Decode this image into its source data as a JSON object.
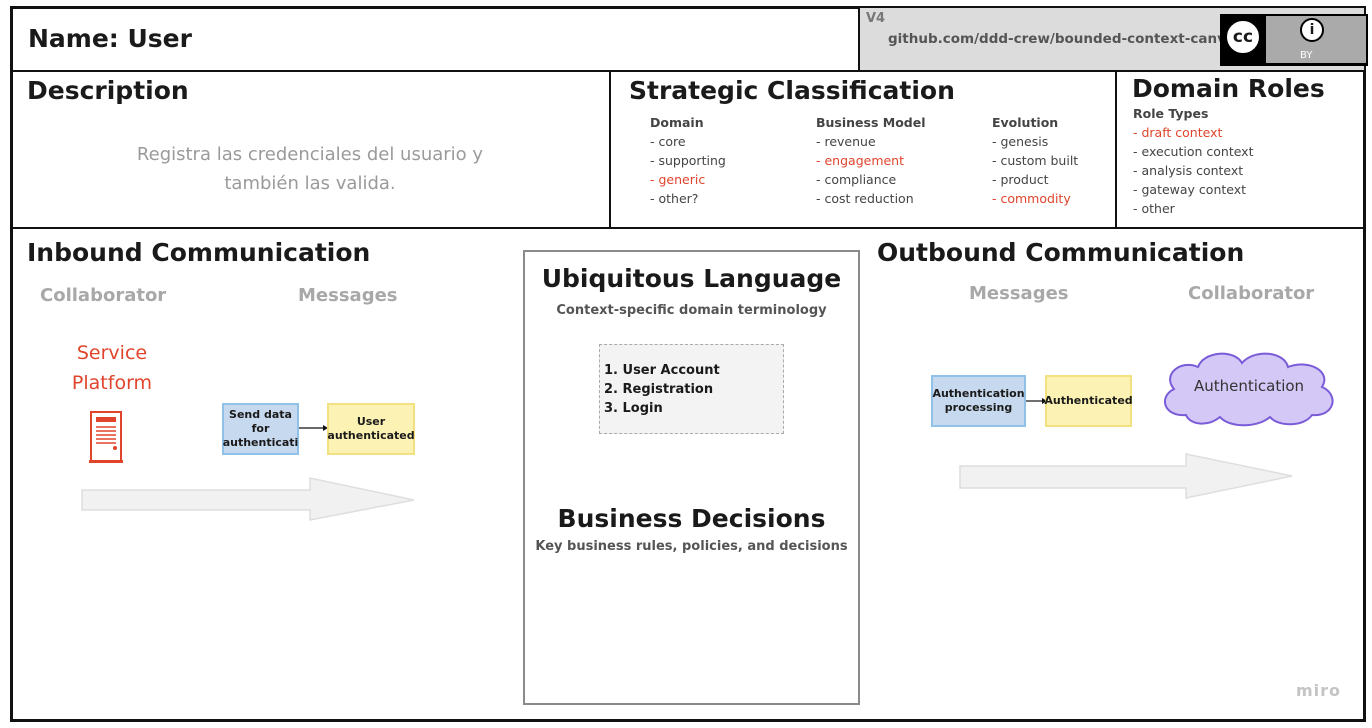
{
  "header": {
    "name": "Name: User",
    "version": "V4",
    "url": "github.com/ddd-crew/bounded-context-canvas",
    "license_cc": "cc",
    "license_by": "BY"
  },
  "description": {
    "title": "Description",
    "text_line1": "Registra las credenciales del usuario y",
    "text_line2": "también las valida."
  },
  "strategic": {
    "title": "Strategic Classification",
    "columns": [
      {
        "header": "Domain",
        "items": [
          "- core",
          "- supporting",
          "- generic",
          "- other?"
        ],
        "selected": 2
      },
      {
        "header": "Business Model",
        "items": [
          "- revenue",
          "- engagement",
          "- compliance",
          "- cost reduction"
        ],
        "selected": 1
      },
      {
        "header": "Evolution",
        "items": [
          "- genesis",
          "- custom built",
          "- product",
          "- commodity"
        ],
        "selected": 3
      }
    ]
  },
  "roles": {
    "title": "Domain Roles",
    "subtitle": "Role Types",
    "items": [
      "- draft context",
      "- execution context",
      "- analysis context",
      "- gateway context",
      "- other"
    ],
    "selected": 0
  },
  "inbound": {
    "title": "Inbound Communication",
    "collaborator_header": "Collaborator",
    "messages_header": "Messages",
    "collaborator_line1": "Service",
    "collaborator_line2": "Platform",
    "message1_line1": "Send data",
    "message1_line2": "for",
    "message1_line3": "authenticati",
    "message2_line1": "User",
    "message2_line2": "authenticated"
  },
  "ubiquitous": {
    "title": "Ubiquitous Language",
    "subtitle": "Context-specific domain terminology",
    "terms": [
      "1. User Account",
      "2. Registration",
      "3. Login"
    ]
  },
  "business": {
    "title": "Business Decisions",
    "subtitle": "Key business rules, policies, and decisions"
  },
  "outbound": {
    "title": "Outbound Communication",
    "messages_header": "Messages",
    "collaborator_header": "Collaborator",
    "message1_line1": "Authentication",
    "message1_line2": "processing",
    "message2": "Authenticated",
    "collaborator": "Authentication"
  },
  "watermark": "miro",
  "colors": {
    "accent_red": "#e0452c",
    "sticky_blue": "#c7d9ee",
    "sticky_yellow": "#fbf2b3",
    "cloud_purple": "#d4c8f7"
  }
}
